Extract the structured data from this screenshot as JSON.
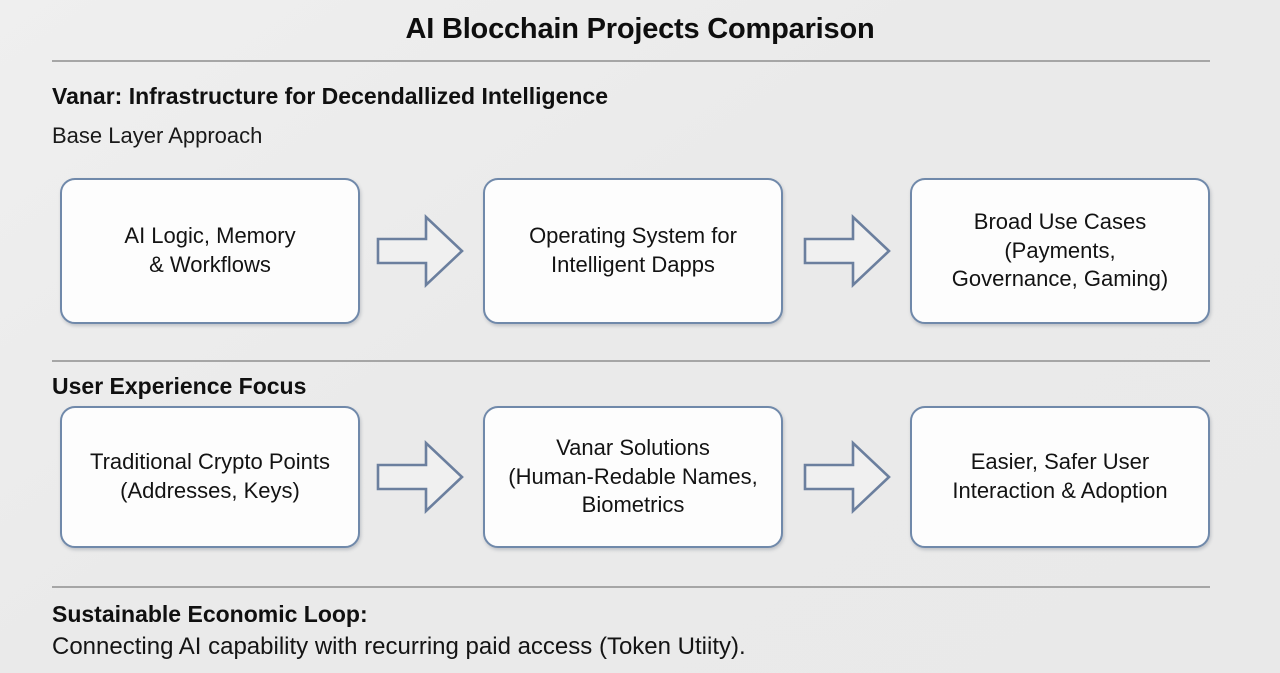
{
  "slide": {
    "title": "AI Blocchain Projects Comparison",
    "background_color": "#ededed",
    "divider_color": "#a6a6a6",
    "box_border_color": "#7089aa",
    "box_fill_color": "#fdfdfd",
    "arrow_stroke_color": "#6b7f9e",
    "text_color": "#141414"
  },
  "sections": [
    {
      "heading": "Vanar: Infrastructure for Decendallized Intelligence",
      "subheading": "Base Layer Approach",
      "steps": [
        "AI Logic, Memory\n& Workflows",
        "Operating System for\nIntelligent Dapps",
        "Broad Use Cases\n(Payments,\nGovernance, Gaming)"
      ],
      "arrows": [
        "right-arrow-icon",
        "right-arrow-icon"
      ]
    },
    {
      "heading": "User Experience Focus",
      "steps": [
        "Traditional Crypto Points\n(Addresses, Keys)",
        "Vanar Solutions\n(Human-Redable Names,\nBiometrics",
        "Easier, Safer User\nInteraction & Adoption"
      ],
      "arrows": [
        "right-arrow-icon",
        "right-arrow-icon"
      ]
    }
  ],
  "footer": {
    "heading": "Sustainable Economic Loop:",
    "body": "Connecting AI capability with recurring paid access (Token Utiity)."
  }
}
